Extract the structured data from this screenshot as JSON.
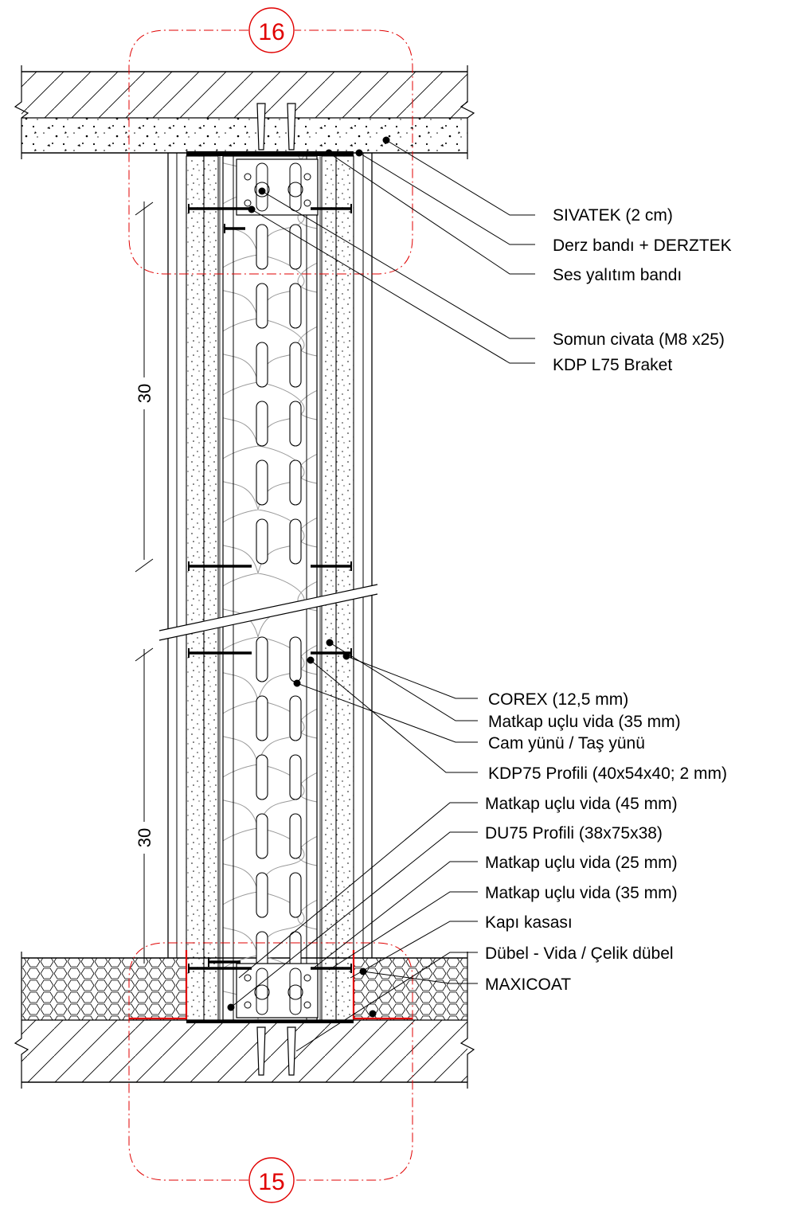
{
  "detail_marks": {
    "top": "16",
    "bottom": "15"
  },
  "dimensions": {
    "upper": "30",
    "lower": "30"
  },
  "callouts_top": [
    "SIVATEK (2 cm)",
    "Derz bandı + DERZTEK",
    "Ses yalıtım bandı",
    "Somun civata (M8 x25)",
    "KDP L75 Braket"
  ],
  "callouts_middle": [
    "COREX (12,5 mm)",
    "Matkap uçlu vida (35 mm)",
    "Cam yünü / Taş yünü",
    "KDP75 Profili (40x54x40; 2 mm)"
  ],
  "callouts_bottom": [
    "Matkap uçlu vida (45 mm)",
    "DU75 Profili (38x75x38)",
    "Matkap uçlu vida (25 mm)",
    "Matkap uçlu vida (35 mm)",
    "Kapı kasası",
    "Dübel - Vida / Çelik dübel",
    "MAXICOAT"
  ],
  "colors": {
    "line": "#000000",
    "detail_mark": "#e00000"
  }
}
